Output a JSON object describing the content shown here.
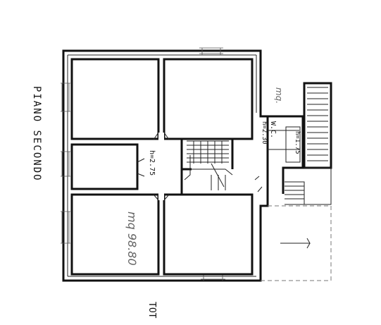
{
  "floor_title": "PIANO SECONDO",
  "corridor_label": "h=2.75",
  "wc_label": "W.C.",
  "wc_height": "h=2.30",
  "stair_landing_height": "h=1.75",
  "handwritten_total": "mq 98.80",
  "handwritten_side": "mq.",
  "page_note": "TOT"
}
